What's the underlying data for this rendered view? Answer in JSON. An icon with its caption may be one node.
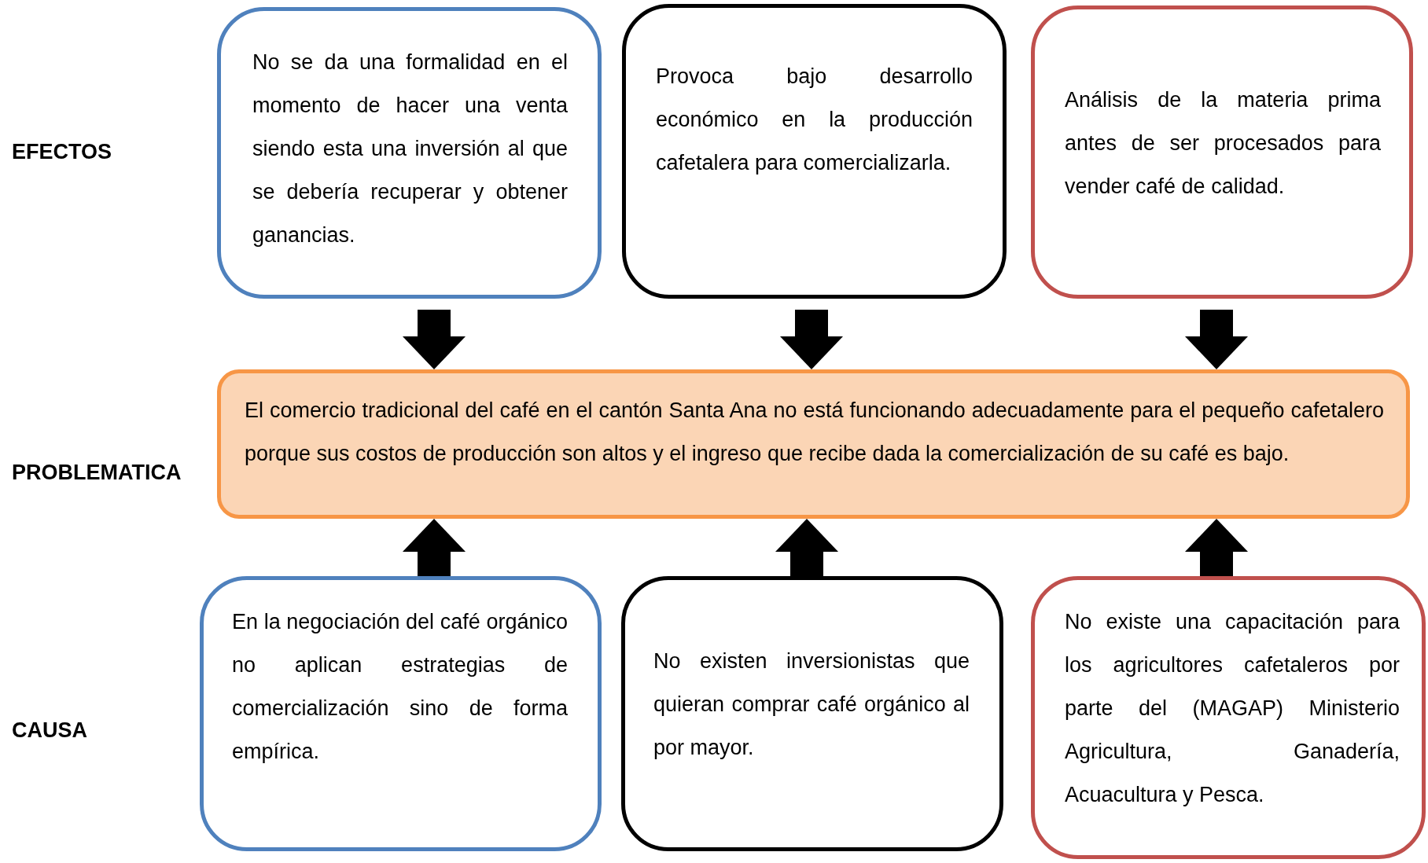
{
  "diagram": {
    "nodes": [
      {
        "text": [
          "No se da una formalidad en el momento de hacer una venta siendo esta una inversión al que se debería recuperar y obtener ganancias."
        ]
      },
      {
        "text": [
          "Provoca bajo desarrollo económico en la producción cafetalera para comercializarla."
        ]
      },
      {
        "text": [
          "Análisis de la materia prima antes de ser procesados para vender café de calidad."
        ]
      },
      {
        "text": [
          "El comercio tradicional del café en el cantón Santa Ana no está funcionando adecuadamente para el pequeño cafetalero porque sus costos de producción son altos y el ingreso que recibe dada la comercialización de su café es bajo."
        ]
      },
      {
        "text": [
          "En la negociación del café orgánico no aplican estrategias de comercialización sino de forma empírica."
        ]
      },
      {
        "text": [
          "No existen inversionistas que quieran comprar café orgánico al por mayor."
        ]
      },
      {
        "text": [
          "No existe una capacitación para los agricultores cafetaleros por parte del (MAGAP) Ministerio Agricultura, Ganadería, Acuacultura y Pesca."
        ]
      }
    ],
    "edges": [
      {
        "from": 0,
        "to": 3,
        "arrow": "to"
      },
      {
        "from": 1,
        "to": 3,
        "arrow": "to"
      },
      {
        "from": 2,
        "to": 3,
        "arrow": "to"
      },
      {
        "from": 4,
        "to": 3,
        "arrow": "to"
      },
      {
        "from": 5,
        "to": 3,
        "arrow": "to"
      },
      {
        "from": 6,
        "to": 3,
        "arrow": "to"
      }
    ],
    "labels": [
      "EFECTOS",
      "PROBLEMATICA",
      "CAUSA"
    ]
  }
}
